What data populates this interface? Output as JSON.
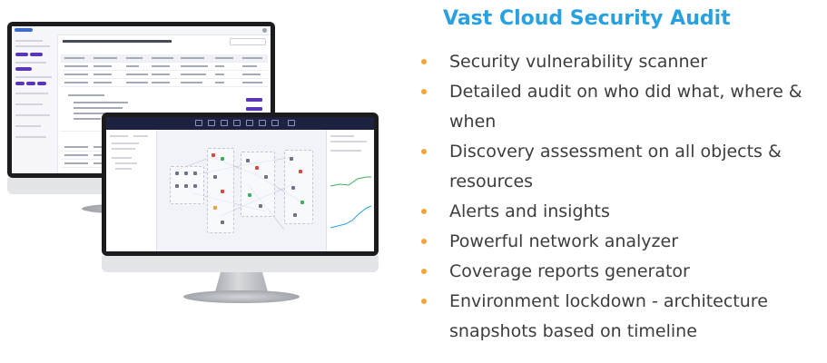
{
  "heading": "Vast Cloud Security Audit",
  "features": [
    "Security vulnerability scanner",
    "Detailed audit on who did what, where & when",
    "Discovery assessment on all objects & resources",
    "Alerts and insights",
    "Powerful network analyzer",
    "Coverage reports generator",
    "Environment lockdown - architecture snapshots based on timeline"
  ],
  "colors": {
    "heading": "#27a1df",
    "bullet": "#f5a43a",
    "text": "#3d3d3d",
    "accent_purple": "#5a36b8",
    "app_header_dark": "#1d2240"
  },
  "icons": {
    "bullet": "bullet-dot-icon"
  }
}
